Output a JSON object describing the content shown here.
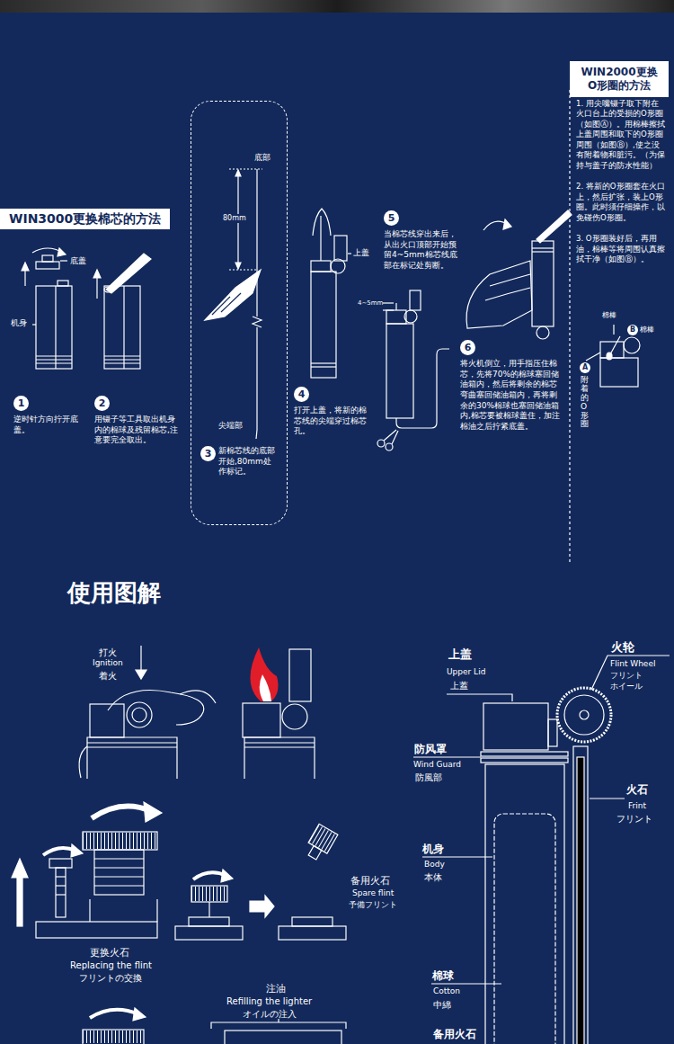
{
  "diagram": {
    "nodes": [
      {
        "text": [
          "WIN3000更换棉芯的方法"
        ]
      },
      {
        "text": [
          "1"
        ]
      },
      {
        "text": [
          "2"
        ]
      },
      {
        "text": [
          "新棉芯线的底部开始,80mm处作标记。"
        ]
      },
      {
        "text": [
          "3"
        ],
        "in": 3
      },
      {
        "text": [
          "4"
        ]
      },
      {
        "text": [
          "5"
        ]
      },
      {
        "text": [
          "6"
        ]
      },
      {
        "text": [
          "WIN2000更换 O形圈的方法"
        ]
      },
      {
        "text": [
          "B"
        ]
      },
      {
        "text": [
          "A"
        ]
      }
    ],
    "labels": [
      "底盖",
      "机身",
      "逆时针方向拧开底盖。",
      "用镊子等工具取出机身内的棉球及残留棉芯,注意要完全取出。",
      "底部",
      "80mm",
      "尖端部",
      "打开上盖，将新的棉芯线的尖端穿过棉芯孔。",
      "上盖",
      "当棉芯线穿出来后，从出火口顶部开始预留4~5mm棉芯线底部在标记处剪断。",
      "4~5mm",
      "将火机倒立，用手指压住棉芯，先将70%的棉球塞回储油箱内，然后将剩余的棉芯弯曲塞回储油箱内，再将剩余的30%棉球也塞回储油箱内,棉芯要被棉球盖住，加注棉油之后拧紧底盖。",
      "1. 用尖嘴镊子取下附在火口台上的受损的O形圈（如图Ⓐ）。用棉棒擦拭上盖周围和取下的O形圈周围（如图Ⓑ）,使之没有附着物和脏污。（为保持与盖子的防水性能）",
      "2. 将新的O形圈套在火口上，然后扩张，装上O形圈。此时须仔细操作，以免碰伤O形圈。",
      "3. O形圈装好后，再用油，棉棒等将周围认真擦拭干净（如图Ⓑ）。",
      "棉棒",
      "棉棒",
      "附着的O形圈",
      "使用图解",
      "打火",
      "Ignition",
      "着火",
      "更换火石",
      "Replacing the flint",
      "フリントの交換",
      "备用火石",
      "Spare flint",
      "予備フリント",
      "注油",
      "Refilling the lighter",
      "オイルの注入",
      "上盖",
      "Upper Lid",
      "上蓋",
      "火轮",
      "Flint Wheel",
      "フリント ホイール",
      "防风罩",
      "Wind Guard",
      "防風部",
      "火石",
      "Frint",
      "フリント",
      "机身",
      "Body",
      "本体",
      "棉球",
      "Cotton",
      "中綿",
      "备用火石"
    ]
  }
}
